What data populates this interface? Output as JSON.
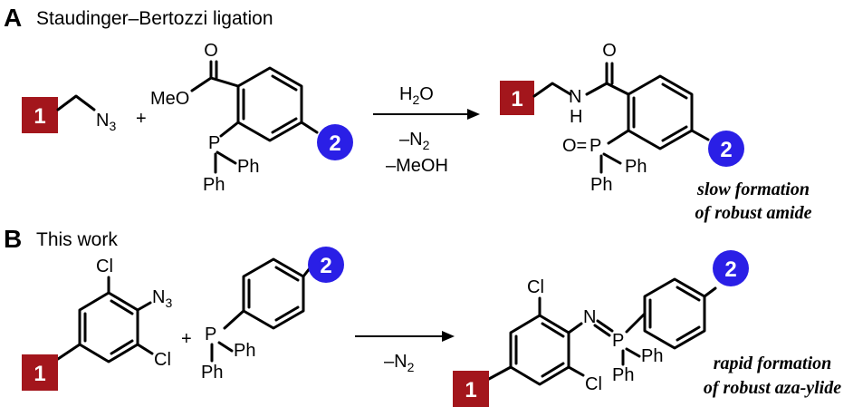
{
  "colors": {
    "red": "#a3161c",
    "blue": "#2a1fe6",
    "black": "#000000"
  },
  "panel_a": {
    "letter": "A",
    "title": "Staudinger–Bertozzi ligation",
    "box1": "1",
    "circle2": "2",
    "azide": {
      "N": "N",
      "n_sub": "3"
    },
    "plus": "+",
    "meo": "MeO",
    "o": "O",
    "p": "P",
    "ph": "Ph",
    "reagent_h2o": {
      "h": "H",
      "h_sub": "2",
      "o": "O"
    },
    "reagent_n2": {
      "dash": "–N",
      "sub": "2"
    },
    "reagent_meoh": "–MeOH",
    "product_n": "N",
    "product_h": "H",
    "product_o": "O",
    "product_o_eq": "O=",
    "note_line1": "slow formation",
    "note_line2": "of robust amide"
  },
  "panel_b": {
    "letter": "B",
    "title": "This work",
    "box1": "1",
    "circle2": "2",
    "cl": "Cl",
    "azide": {
      "N": "N",
      "n_sub": "3"
    },
    "plus": "+",
    "p": "P",
    "ph": "Ph",
    "reagent_n2": {
      "dash": "–N",
      "sub": "2"
    },
    "product_n": "N",
    "note_line1": "rapid formation",
    "note_line2": "of robust aza-ylide"
  }
}
